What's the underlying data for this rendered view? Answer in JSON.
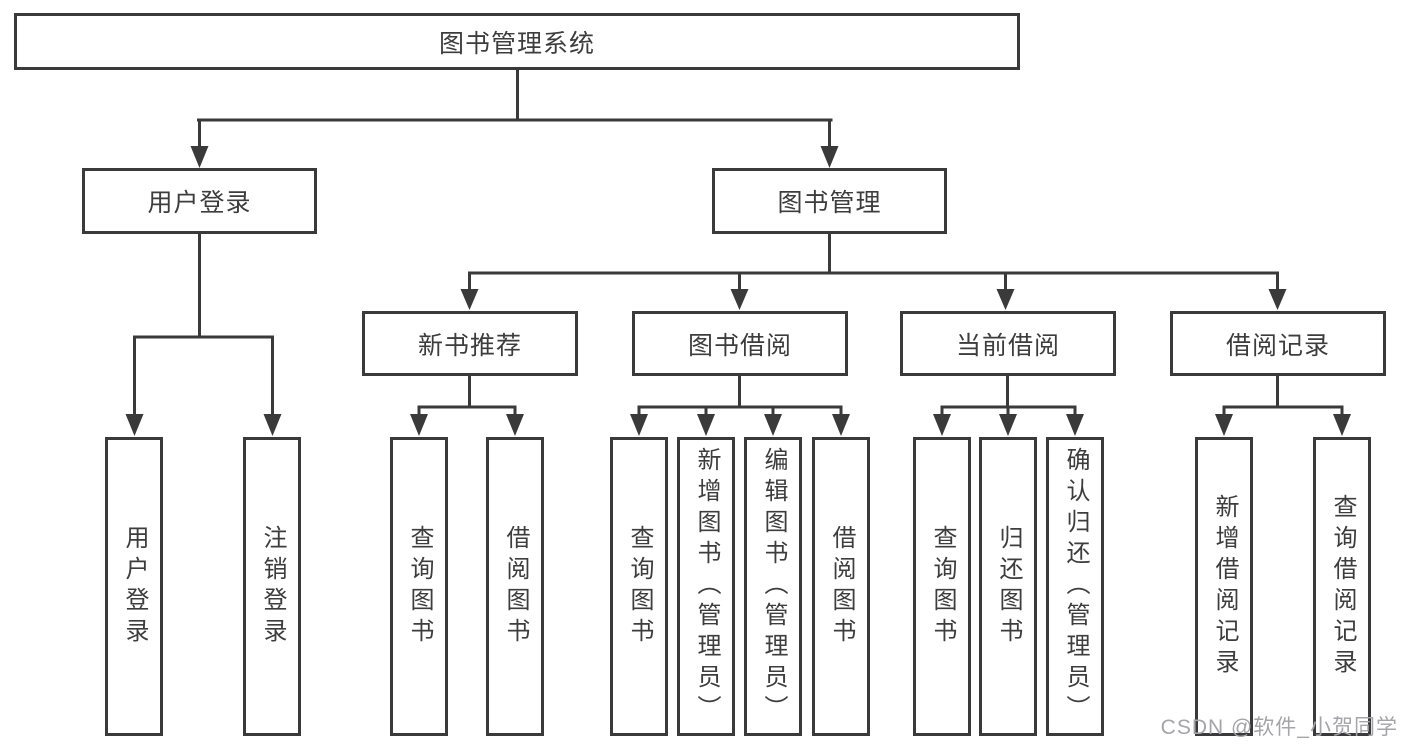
{
  "tree": {
    "root": {
      "label": "图书管理系统"
    },
    "level2": [
      {
        "label": "用户登录"
      },
      {
        "label": "图书管理"
      }
    ],
    "level3": [
      {
        "label": "新书推荐"
      },
      {
        "label": "图书借阅"
      },
      {
        "label": "当前借阅"
      },
      {
        "label": "借阅记录"
      }
    ],
    "leaves": {
      "user_login": [
        "用户登录",
        "注销登录"
      ],
      "new_books": [
        "查询图书",
        "借阅图书"
      ],
      "book_borrow": [
        "查询图书",
        "新增图书（管理员）",
        "编辑图书（管理员）",
        "借阅图书"
      ],
      "current_borrow": [
        "查询图书",
        "归还图书",
        "确认归还（管理员）"
      ],
      "borrow_records": [
        "新增借阅记录",
        "查询借阅记录"
      ]
    }
  },
  "watermark": "CSDN @软件_小贺同学",
  "colors": {
    "line": "#3a3a3a",
    "text": "#3d3d3d",
    "watermark": "#a4a4a9",
    "background": "#ffffff"
  }
}
